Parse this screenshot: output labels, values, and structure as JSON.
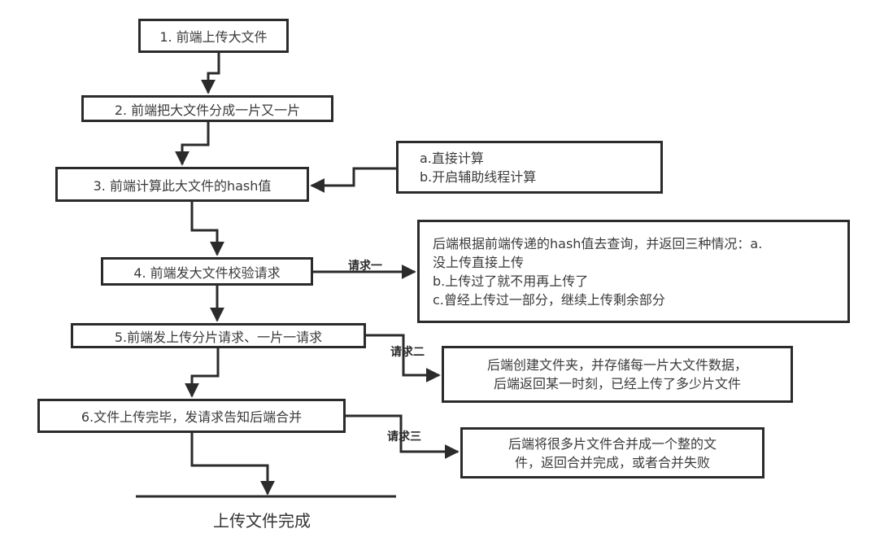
{
  "diagram": {
    "steps": [
      {
        "id": "step1",
        "label": "1. 前端上传大文件"
      },
      {
        "id": "step2",
        "label": "2. 前端把大文件分成一片又一片"
      },
      {
        "id": "step3",
        "label": "3. 前端计算此大文件的hash值"
      },
      {
        "id": "step4",
        "label": "4. 前端发大文件校验请求"
      },
      {
        "id": "step5",
        "label": "5.前端发上传分片请求、一片一请求"
      },
      {
        "id": "step6",
        "label": "6.文件上传完毕，发请求告知后端合并"
      }
    ],
    "notes": {
      "hash_methods": [
        "a.直接计算",
        "b.开启辅助线程计算"
      ],
      "verify_response": [
        "后端根据前端传递的hash值去查询，并返回三种情况：a.",
        "没上传直接上传",
        "b.上传过了就不用再上传了",
        "c.曾经上传过一部分，继续上传剩余部分"
      ],
      "chunk_response": [
        "后端创建文件夹，并存储每一片大文件数据，",
        "后端返回某一时刻，已经上传了多少片文件"
      ],
      "merge_response": [
        "后端将很多片文件合并成一个整的文",
        "件，返回合并完成，或者合并失败"
      ]
    },
    "edge_labels": {
      "request1": "请求一",
      "request2": "请求二",
      "request3": "请求三"
    },
    "end_label": "上传文件完成",
    "colors": {
      "stroke": "#2b2b2b",
      "text": "#3a3a3a",
      "background": "#ffffff"
    }
  }
}
